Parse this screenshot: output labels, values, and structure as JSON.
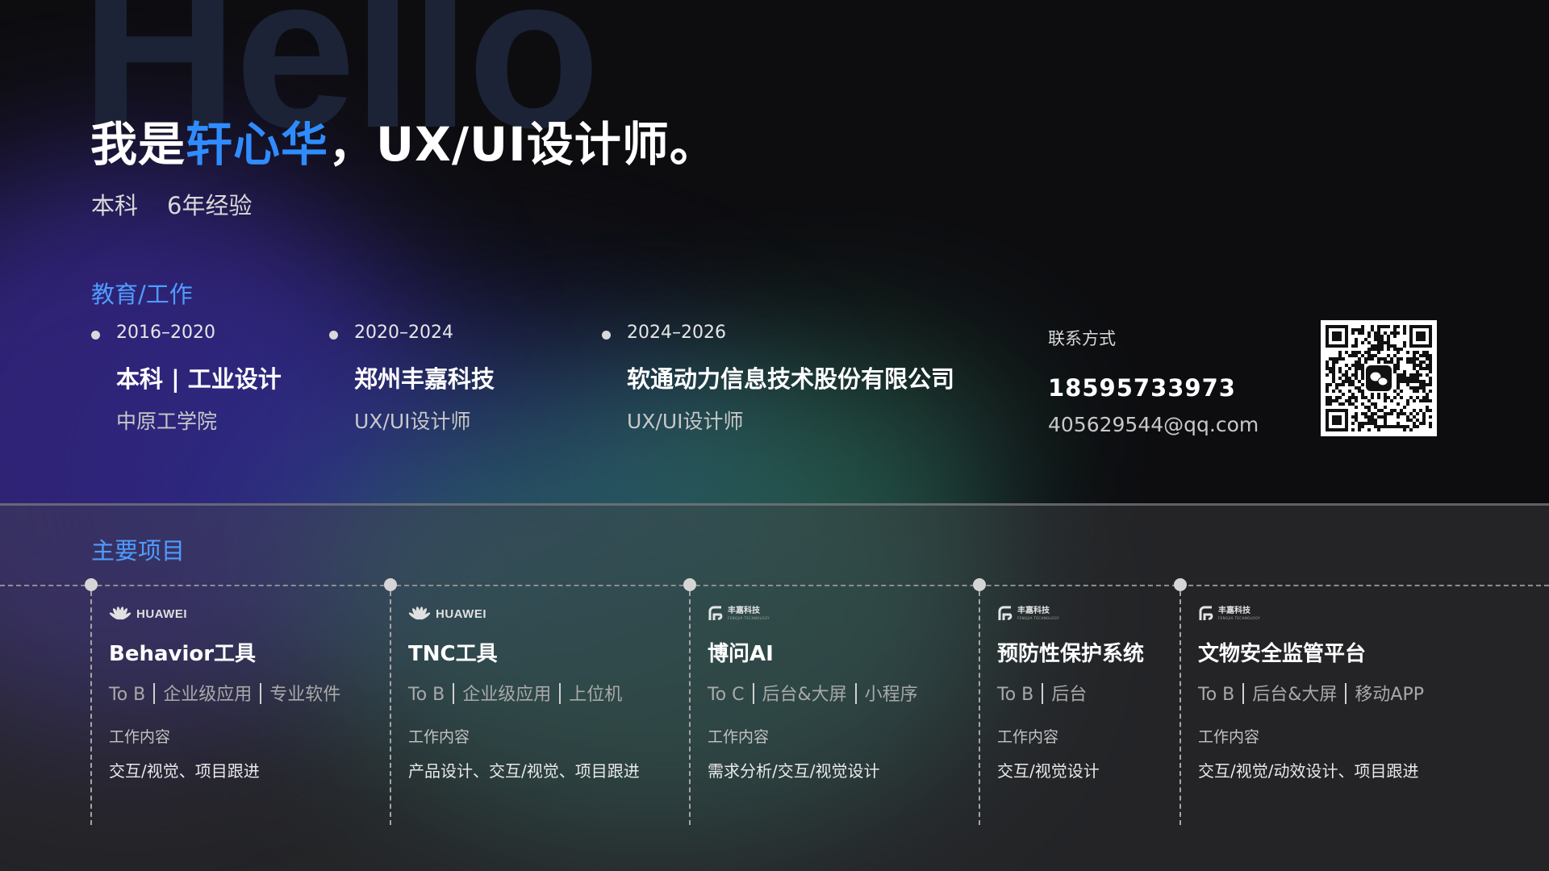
{
  "background": {
    "watermark": "Hello",
    "colors": {
      "base": "#0d0d10",
      "purple": "#3b2b9a",
      "teal": "#2f7f73",
      "accent_blue": "#2f8cff",
      "section_blue": "#4f9cff"
    }
  },
  "header": {
    "prefix": "我是",
    "name": "轩心华",
    "suffix": "，UX/UI设计师。",
    "degree": "本科",
    "experience": "6年经验"
  },
  "education_section": {
    "title": "教育/工作",
    "items": [
      {
        "years": "2016–2020",
        "title": "本科 | 工业设计",
        "sub": "中原工学院"
      },
      {
        "years": "2020–2024",
        "title": "郑州丰嘉科技",
        "sub": "UX/UI设计师"
      },
      {
        "years": "2024–2026",
        "title": "软通动力信息技术股份有限公司",
        "sub": "UX/UI设计师"
      }
    ]
  },
  "contact": {
    "label": "联系方式",
    "phone": "18595733973",
    "email": "405629544@qq.com",
    "qr_icon": "wechat-icon"
  },
  "projects_section": {
    "title": "主要项目",
    "work_label": "工作内容",
    "items": [
      {
        "logo": "huawei",
        "logo_text": "HUAWEI",
        "name": "Behavior工具",
        "tags": [
          "To B",
          "企业级应用",
          "专业软件"
        ],
        "work": "交互/视觉、项目跟进"
      },
      {
        "logo": "huawei",
        "logo_text": "HUAWEI",
        "name": "TNC工具",
        "tags": [
          "To B",
          "企业级应用",
          "上位机"
        ],
        "work": "产品设计、交互/视觉、项目跟进"
      },
      {
        "logo": "fengjia",
        "logo_text": "丰嘉科技",
        "logo_sub": "FENGJIA TECHNOLOGY",
        "name": "博问AI",
        "tags": [
          "To C",
          "后台&大屏",
          "小程序"
        ],
        "work": "需求分析/交互/视觉设计"
      },
      {
        "logo": "fengjia",
        "logo_text": "丰嘉科技",
        "logo_sub": "FENGJIA TECHNOLOGY",
        "name": "预防性保护系统",
        "tags": [
          "To B",
          "后台"
        ],
        "work": "交互/视觉设计"
      },
      {
        "logo": "fengjia",
        "logo_text": "丰嘉科技",
        "logo_sub": "FENGJIA TECHNOLOGY",
        "name": "文物安全监管平台",
        "tags": [
          "To B",
          "后台&大屏",
          "移动APP"
        ],
        "work": "交互/视觉/动效设计、项目跟进"
      }
    ]
  }
}
